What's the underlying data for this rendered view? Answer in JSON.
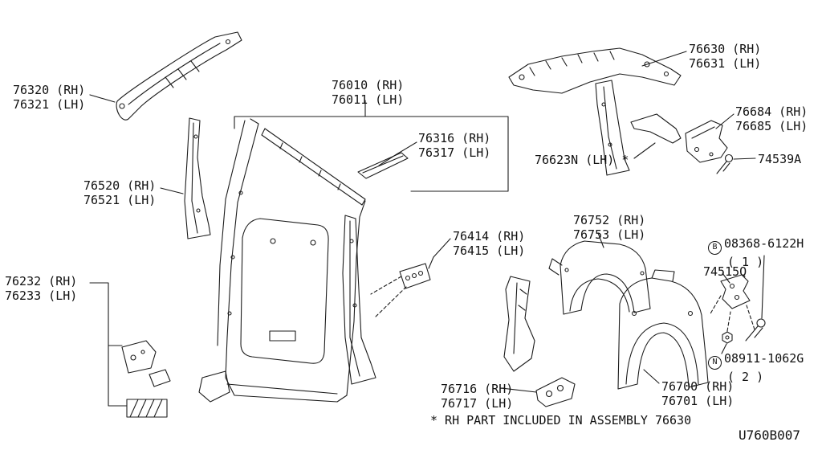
{
  "colors": {
    "ink": "#1c1c1c",
    "background": "#ffffff"
  },
  "parts": [
    {
      "id": "76320",
      "line1": "76320 (RH)",
      "line2": "76321 (LH)"
    },
    {
      "id": "76520",
      "line1": "76520 (RH)",
      "line2": "76521 (LH)"
    },
    {
      "id": "76232",
      "line1": "76232 (RH)",
      "line2": "76233 (LH)"
    },
    {
      "id": "76010",
      "line1": "76010 (RH)",
      "line2": "76011 (LH)"
    },
    {
      "id": "76316",
      "line1": "76316 (RH)",
      "line2": "76317 (LH)"
    },
    {
      "id": "76414",
      "line1": "76414 (RH)",
      "line2": "76415 (LH)"
    },
    {
      "id": "76630",
      "line1": "76630 (RH)",
      "line2": "76631 (LH)"
    },
    {
      "id": "76684",
      "line1": "76684 (RH)",
      "line2": "76685 (LH)"
    },
    {
      "id": "74539A",
      "line1": "74539A"
    },
    {
      "id": "76623N",
      "line1": "76623N (LH) *"
    },
    {
      "id": "76752",
      "line1": "76752 (RH)",
      "line2": "76753 (LH)"
    },
    {
      "id": "74515Q",
      "line1": "74515Q"
    },
    {
      "id": "76716",
      "line1": "76716 (RH)",
      "line2": "76717 (LH)"
    },
    {
      "id": "76700",
      "line1": "76700 (RH)",
      "line2": "76701 (LH)"
    }
  ],
  "hardware": {
    "bolt": {
      "prefix": "B",
      "number": "08368-6122H",
      "qty": "( 1 )"
    },
    "nut": {
      "prefix": "N",
      "number": "08911-1062G",
      "qty": "( 2 )"
    }
  },
  "footnote": "* RH PART INCLUDED IN ASSEMBLY 76630",
  "drawing_code": "U760B007"
}
